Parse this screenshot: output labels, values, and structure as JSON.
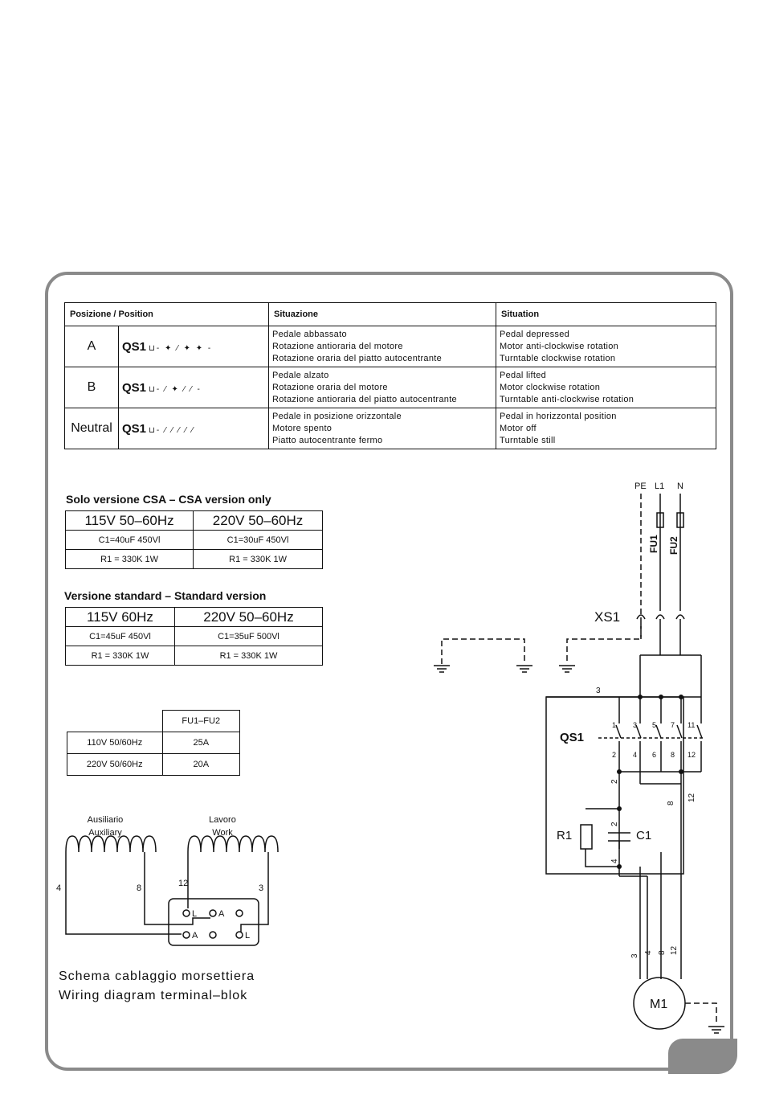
{
  "position_table": {
    "headers": [
      "Posizione / Position",
      "Situazione",
      "Situation"
    ],
    "rows": [
      {
        "pos": "A",
        "label": "QS1",
        "it": [
          "Pedale abbassato",
          "Rotazione antioraria del motore",
          "Rotazione oraria del piatto autocentrante"
        ],
        "en": [
          "Pedal depressed",
          "Motor anti-clockwise rotation",
          "Turntable clockwise rotation"
        ]
      },
      {
        "pos": "B",
        "label": "QS1",
        "it": [
          "Pedale alzato",
          "Rotazione oraria del motore",
          "Rotazione antioraria del piatto autocentrante"
        ],
        "en": [
          "Pedal lifted",
          "Motor clockwise rotation",
          "Turntable anti-clockwise rotation"
        ]
      },
      {
        "pos": "Neutral",
        "label": "QS1",
        "it": [
          "Pedale in posizione orizzontale",
          "Motore spento",
          "Piatto autocentrante fermo"
        ],
        "en": [
          "Pedal in horizzontal position",
          "Motor off",
          "Turntable still"
        ]
      }
    ]
  },
  "csa": {
    "title": "Solo versione CSA – CSA version only",
    "cols": [
      "115V 50–60Hz",
      "220V 50–60Hz"
    ],
    "c1": [
      "C1=40uF 450Vl",
      "C1=30uF 450Vl"
    ],
    "r1": [
      "R1 = 330K 1W",
      "R1 = 330K 1W"
    ]
  },
  "standard": {
    "title": "Versione standard – Standard version",
    "cols": [
      "115V 60Hz",
      "220V 50–60Hz"
    ],
    "c1": [
      "C1=45uF 450Vl",
      "C1=35uF 500Vl"
    ],
    "r1": [
      "R1 = 330K 1W",
      "R1 = 330K 1W"
    ]
  },
  "fuse_table": {
    "header": "FU1–FU2",
    "rows": [
      [
        "110V 50/60Hz",
        "25A"
      ],
      [
        "220V 50/60Hz",
        "20A"
      ]
    ]
  },
  "winding": {
    "aux_it": "Ausiliario",
    "aux_en": "Auxiliary",
    "work_it": "Lavoro",
    "work_en": "Work",
    "wire_4": "4",
    "wire_8": "8",
    "wire_12": "12",
    "wire_3": "3",
    "term_L": "L",
    "term_A": "A",
    "caption_it": "Schema cablaggio morsettiera",
    "caption_en": "Wiring diagram terminal–blok"
  },
  "circuit": {
    "pe": "PE",
    "l1": "L1",
    "n": "N",
    "fu1": "FU1",
    "fu2": "FU2",
    "xs1": "XS1",
    "qs1": "QS1",
    "r1": "R1",
    "c1": "C1",
    "m1": "M1",
    "contacts_top": [
      "1",
      "3",
      "5",
      "7",
      "11"
    ],
    "contacts_bottom": [
      "2",
      "4",
      "6",
      "8",
      "12"
    ],
    "wire_3": "3",
    "wire_2a": "2",
    "wire_2b": "2",
    "wire_4": "4",
    "wire_8": "8",
    "wire_12": "12",
    "motor_wires": [
      "3",
      "4",
      "8",
      "12"
    ]
  }
}
